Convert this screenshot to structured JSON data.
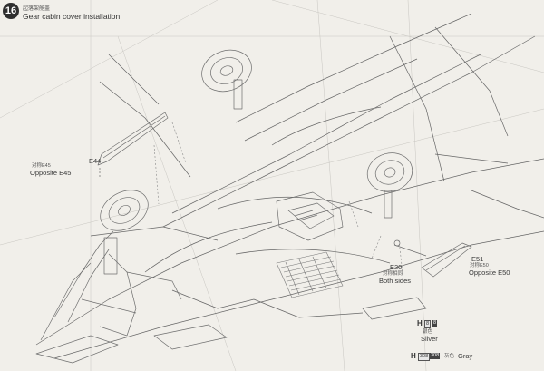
{
  "step": {
    "number": "16",
    "title_cn": "起落架舱盖",
    "title_en": "Gear cabin cover installation"
  },
  "labels": {
    "e44": "E44",
    "e45_cn": "对称E45",
    "e45_en": "Opposite E45",
    "e20": "E20",
    "e20_cn": "对称相同",
    "e20_en": "Both sides",
    "e51": "E51",
    "e50_cn": "对称E50",
    "e50_en": "Opposite E50"
  },
  "paints": {
    "silver_h": "H",
    "silver_code1": "8",
    "silver_code2": "8",
    "silver_cn": "银色",
    "silver_en": "Silver",
    "gray_h": "H",
    "gray_code1": "308",
    "gray_code2": "308",
    "gray_cn": "灰色",
    "gray_en": "Gray"
  },
  "colors": {
    "paper": "#f1efea",
    "line": "#6a6a6a",
    "badge": "#2f2f2f"
  }
}
